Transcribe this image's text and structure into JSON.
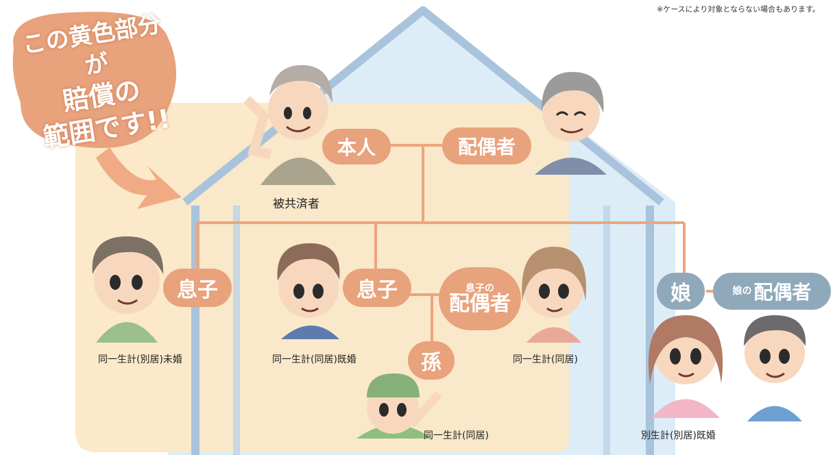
{
  "note": "※ケースにより対象とならない場合もあります。",
  "callout": {
    "line1": "この黄色部分が",
    "line2": "賠償の",
    "line3": "範囲です!!"
  },
  "nodes": {
    "honnin": "本人",
    "haiguusha": "配偶者",
    "musuko_left": "息子",
    "musuko_center": "息子",
    "musuko_no": "息子の",
    "musuko_haiguusha": "配偶者",
    "mago": "孫",
    "musume": "娘",
    "musume_no": "娘の",
    "musume_haiguusha": "配偶者"
  },
  "captions": {
    "insured": "被共済者",
    "son_left": "同一生計(別居)未婚",
    "son_center": "同一生計(同居)既婚",
    "son_spouse": "同一生計(同居)",
    "grandchild": "同一生計(同居)",
    "daughter": "別生計(別居)既婚"
  },
  "colors": {
    "coverage_yellow": "#fbe7c4",
    "house_blue": "#dcedf8",
    "house_outline": "#a9c3dc",
    "node_orange": "#e8a27c",
    "node_blue": "#8fa9bb",
    "line_orange": "#eea47c"
  }
}
